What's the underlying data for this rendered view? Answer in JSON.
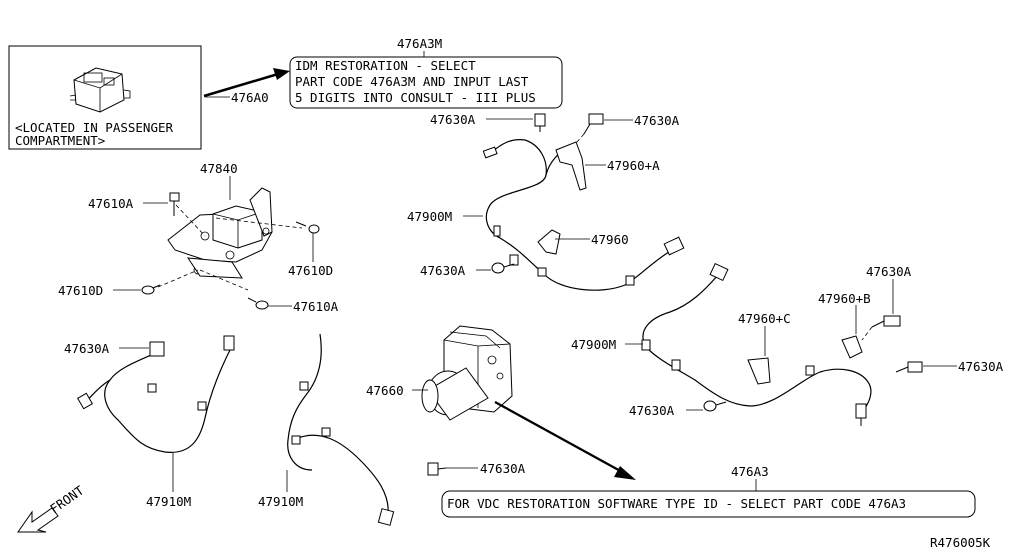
{
  "diagram": {
    "inset_caption": [
      "<LOCATED IN PASSENGER",
      "COMPARTMENT>"
    ],
    "idm_note": [
      "IDM RESTORATION - SELECT",
      "PART CODE 476A3M AND INPUT LAST",
      "5 DIGITS INTO CONSULT - III PLUS"
    ],
    "vdc_note": "FOR VDC RESTORATION SOFTWARE TYPE ID - SELECT PART CODE 476A3",
    "front_label": "FRONT",
    "figure_code": "R476005K",
    "labels": {
      "p476a3m": "476A3M",
      "p476a0": "476A0",
      "p47840": "47840",
      "p47610a_top": "47610A",
      "p47610d_right": "47610D",
      "p47610d_left": "47610D",
      "p47610a_bottom": "47610A",
      "p47630a_mid_top": "47630A",
      "p47630a_right_top": "47630A",
      "p47960a": "47960+A",
      "p47900m_top": "47900M",
      "p47960": "47960",
      "p47630a_mid": "47630A",
      "p47630a_far_right": "47630A",
      "p47960b": "47960+B",
      "p47960c": "47960+C",
      "p47900m_right": "47900M",
      "p47630a_right": "47630A",
      "p47630a_left": "47630A",
      "p47660": "47660",
      "p47630a_right_low": "47630A",
      "p47630a_bottom": "47630A",
      "p476a3": "476A3",
      "p47910m_left": "47910M",
      "p47910m_right": "47910M"
    }
  }
}
